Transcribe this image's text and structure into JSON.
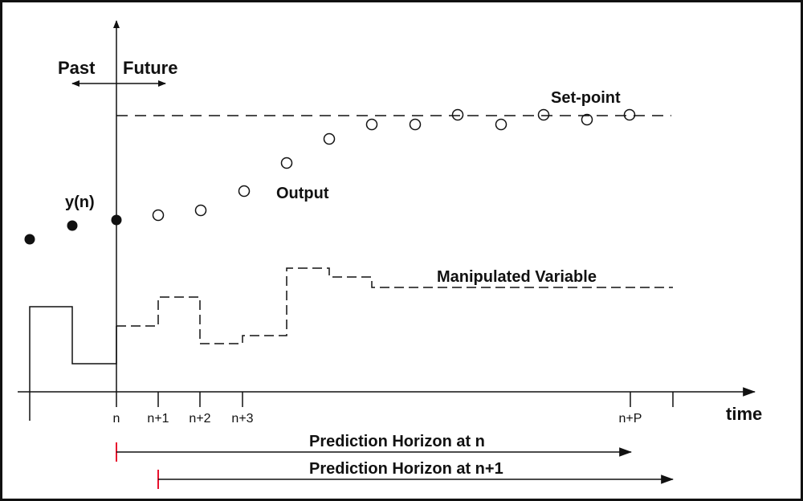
{
  "diagram": {
    "labels": {
      "past": "Past",
      "future": "Future",
      "setpoint": "Set-point",
      "output": "Output",
      "yn": "y(n)",
      "manipulated": "Manipulated Variable",
      "time": "time",
      "horizon_n": "Prediction Horizon at n",
      "horizon_n1": "Prediction Horizon at n+1"
    },
    "ticks": [
      "n",
      "n+1",
      "n+2",
      "n+3",
      "n+P"
    ],
    "colors": {
      "ink": "#111111",
      "horizon_start_marker": "#e8112d"
    }
  }
}
